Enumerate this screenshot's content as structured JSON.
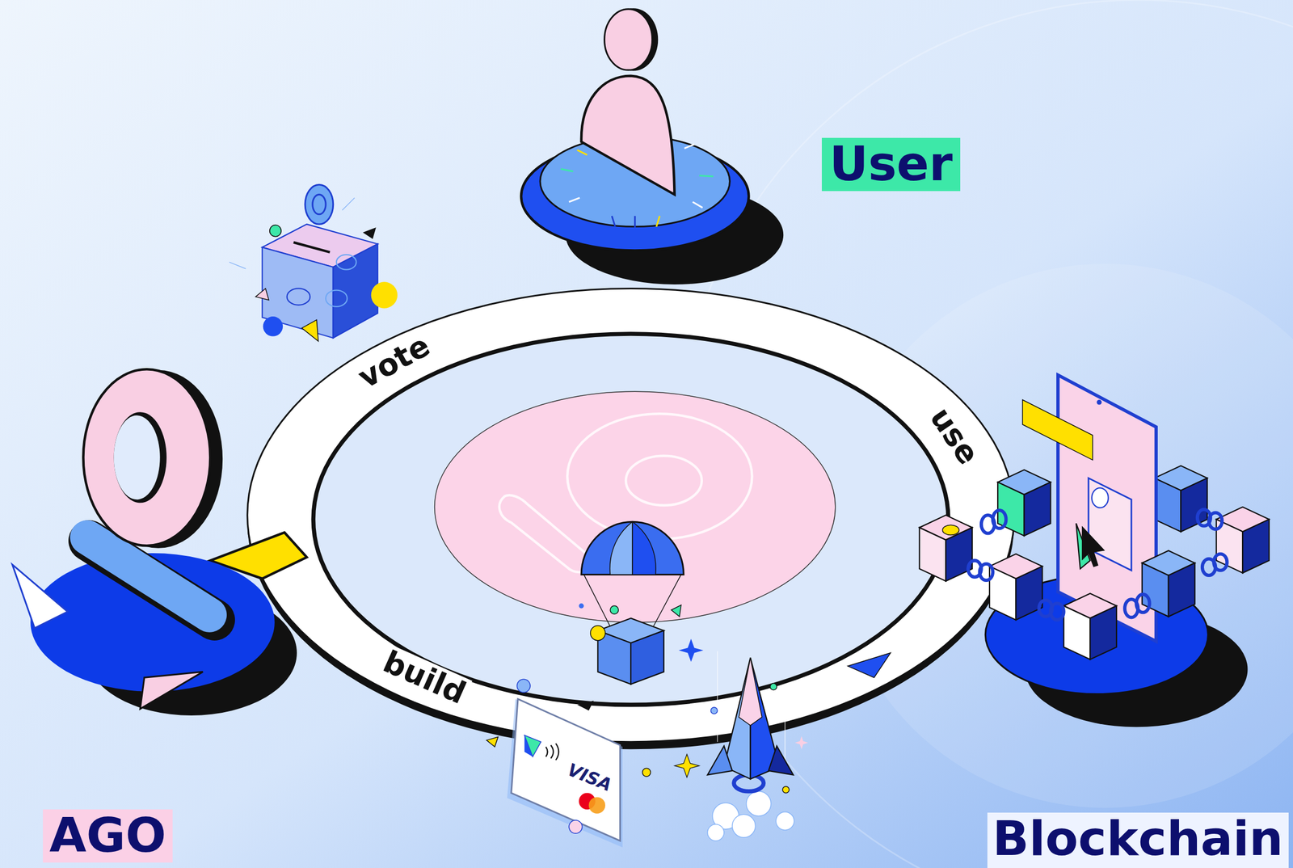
{
  "diagram": {
    "nodes": [
      {
        "text": [
          "User"
        ]
      },
      {
        "text": [
          "AGO"
        ]
      },
      {
        "text": [
          "Blockchain"
        ]
      }
    ],
    "labels": [
      "vote",
      "use",
      "build",
      "VISA"
    ]
  }
}
